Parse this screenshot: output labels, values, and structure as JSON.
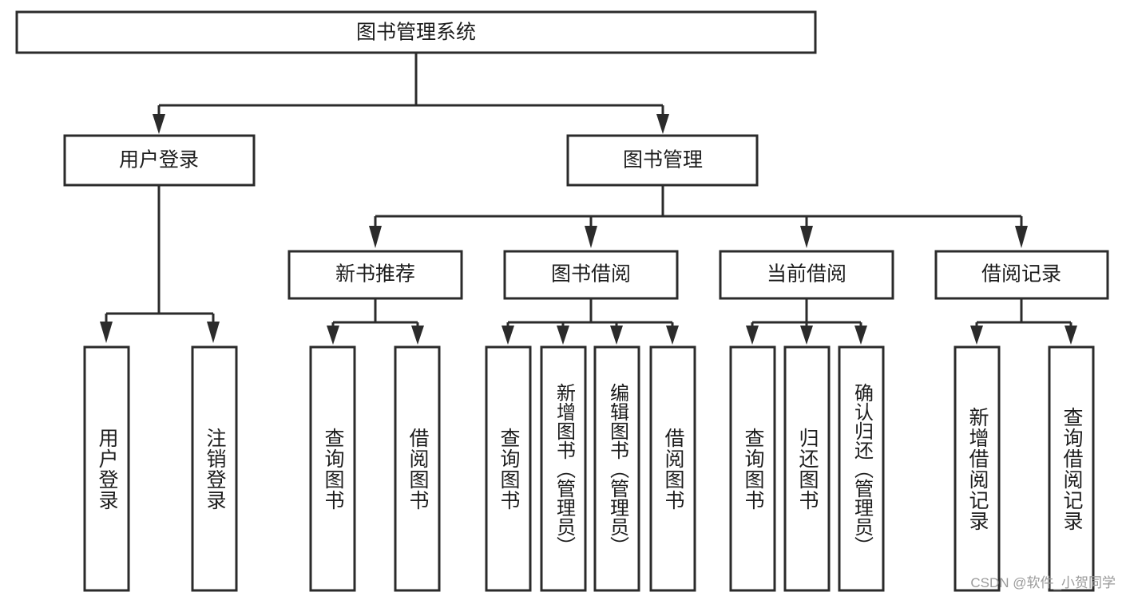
{
  "diagram": {
    "title": "图书管理系统",
    "watermark": "CSDN @软件_小贺同学",
    "colors": {
      "stroke": "#2b2b2b",
      "fill": "#ffffff",
      "text": "#1d1d1d",
      "watermark": "#9a9a9a"
    },
    "root": {
      "label": "图书管理系统"
    },
    "level2": [
      {
        "label": "用户登录"
      },
      {
        "label": "图书管理"
      }
    ],
    "level3": [
      {
        "label": "新书推荐"
      },
      {
        "label": "图书借阅"
      },
      {
        "label": "当前借阅"
      },
      {
        "label": "借阅记录"
      }
    ],
    "leaves": {
      "user_login": [
        {
          "label": "用户登录"
        },
        {
          "label": "注销登录"
        }
      ],
      "new_book": [
        {
          "label": "查询图书"
        },
        {
          "label": "借阅图书"
        }
      ],
      "book_borrow": [
        {
          "label": "查询图书"
        },
        {
          "label": "新增图书（管理员）"
        },
        {
          "label": "编辑图书（管理员）"
        },
        {
          "label": "借阅图书"
        }
      ],
      "current_borrow": [
        {
          "label": "查询图书"
        },
        {
          "label": "归还图书"
        },
        {
          "label": "确认归还（管理员）"
        }
      ],
      "borrow_record": [
        {
          "label": "新增借阅记录"
        },
        {
          "label": "查询借阅记录"
        }
      ]
    }
  }
}
